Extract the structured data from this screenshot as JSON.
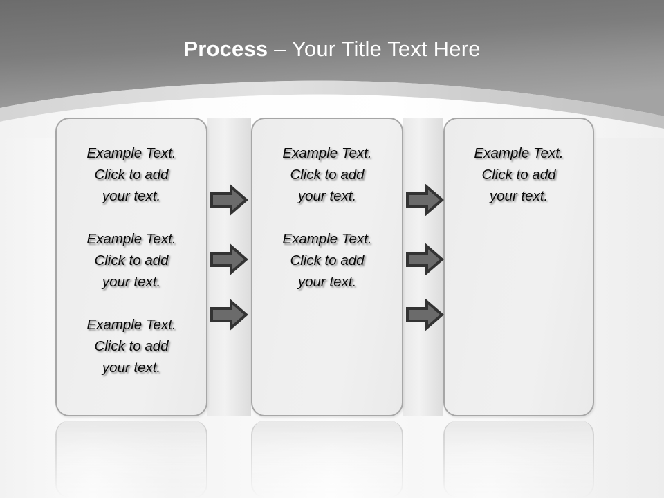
{
  "slide": {
    "title_bold": "Process",
    "title_rest": " – Your Title Text Here",
    "colors": {
      "header_top": "#6e6e6e",
      "header_bottom": "#9d9d9d",
      "swoosh_band": "#c9c9c9",
      "box_border": "#a6a6a6",
      "box_fill": "#eeeeee",
      "arrow_fill": "#6b6b6b",
      "arrow_outline": "#333333",
      "title_text": "#ffffff",
      "body_text": "#0a0a0a"
    }
  },
  "columns": [
    {
      "name": "column-1",
      "paragraphs": [
        "Example Text.\nClick  to add\nyour text.",
        "Example Text.\nClick  to add\nyour text.",
        "Example Text.\nClick  to add\nyour text."
      ]
    },
    {
      "name": "column-2",
      "paragraphs": [
        "Example Text.\nClick  to add\nyour text.",
        "Example Text.\nClick  to add\nyour text."
      ]
    },
    {
      "name": "column-3",
      "paragraphs": [
        "Example Text.\nClick  to add\nyour text."
      ]
    }
  ],
  "connectors": {
    "group_1": {
      "icon": "right-arrow-icon",
      "count": 3
    },
    "group_2": {
      "icon": "right-arrow-icon",
      "count": 3
    }
  }
}
